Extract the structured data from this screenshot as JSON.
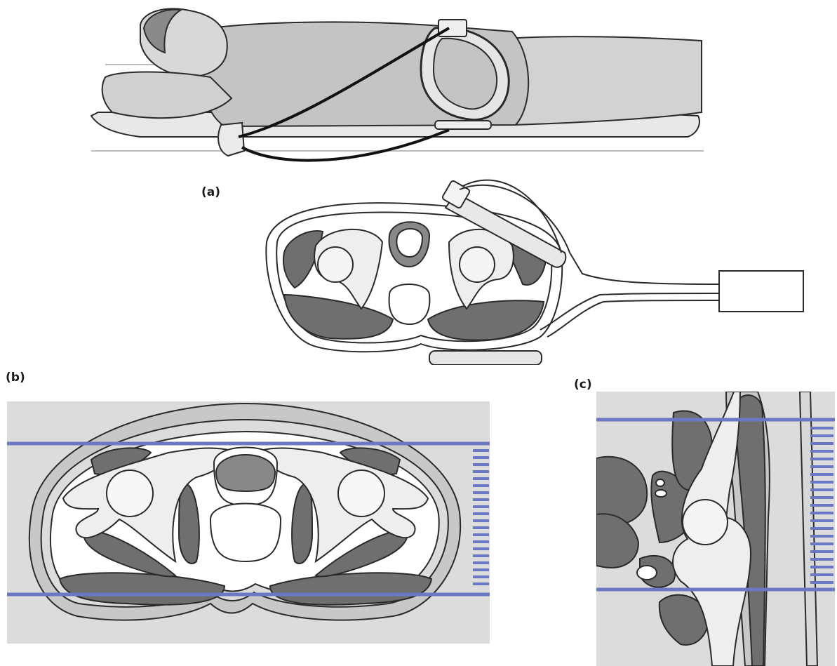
{
  "panel_labels": {
    "a": "(a)",
    "b": "(b)",
    "c": "(c)"
  },
  "colors": {
    "muscle": "#6f6f6f",
    "bone": "#eeeeee",
    "soft_tissue": "#dcdcdc",
    "body_fill": "#c8c8c8",
    "outline": "#2a2a2a",
    "scan_slab": "#6b78c4",
    "bladder_wall": "#888888"
  }
}
